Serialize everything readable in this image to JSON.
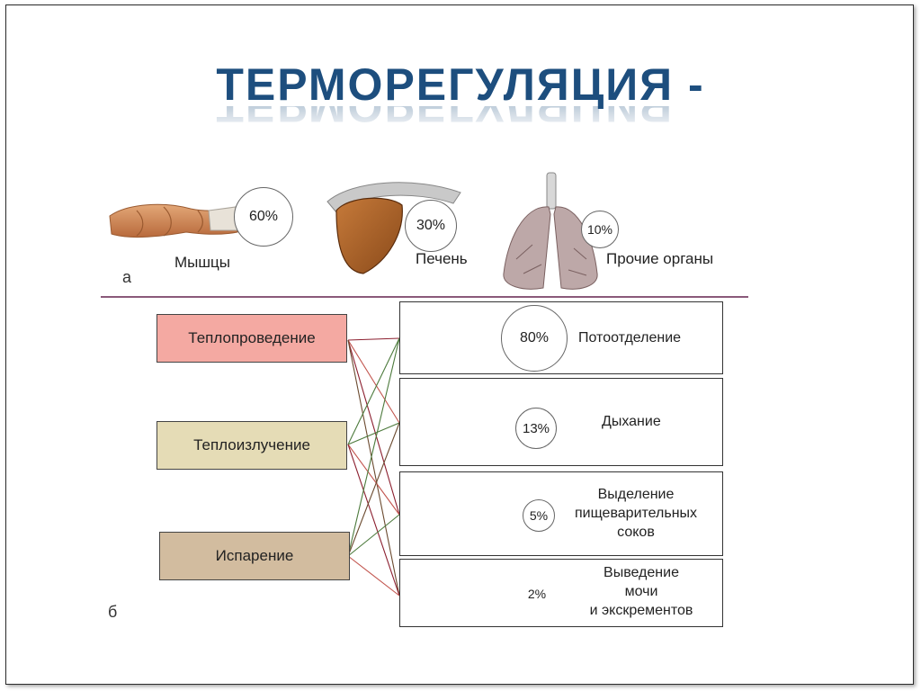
{
  "title": "ТЕРМОРЕГУЛЯЦИЯ -",
  "panel_a": {
    "letter": "а",
    "items": [
      {
        "label": "Мышцы",
        "percent": "60%",
        "icon": "muscle-icon"
      },
      {
        "label": "Печень",
        "percent": "30%",
        "icon": "liver-icon"
      },
      {
        "label": "Прочие органы",
        "percent": "10%",
        "icon": "lungs-icon"
      }
    ]
  },
  "panel_b": {
    "letter": "б",
    "mechanisms": [
      {
        "label": "Теплопроведение",
        "color": "#f4a9a2"
      },
      {
        "label": "Теплоизлучение",
        "color": "#e5dcb6"
      },
      {
        "label": "Испарение",
        "color": "#d2bc9f"
      }
    ],
    "routes": [
      {
        "label": "Потоотделение",
        "percent": "80%",
        "icon": "skin-icon"
      },
      {
        "label": "Дыхание",
        "percent": "13%",
        "icon": "lungs-icon"
      },
      {
        "label_lines": [
          "Выделение",
          "пищеварительных",
          "соков"
        ],
        "percent": "5%",
        "icon": "stomach-icon"
      },
      {
        "label_lines": [
          "Выведение",
          "мочи",
          "и экскрементов"
        ],
        "percent": "2%",
        "icon": "kidney-icon"
      }
    ],
    "connector_colors": [
      "#8b1e2e",
      "#4c7a3c",
      "#c2554e",
      "#6b4a2f"
    ]
  }
}
